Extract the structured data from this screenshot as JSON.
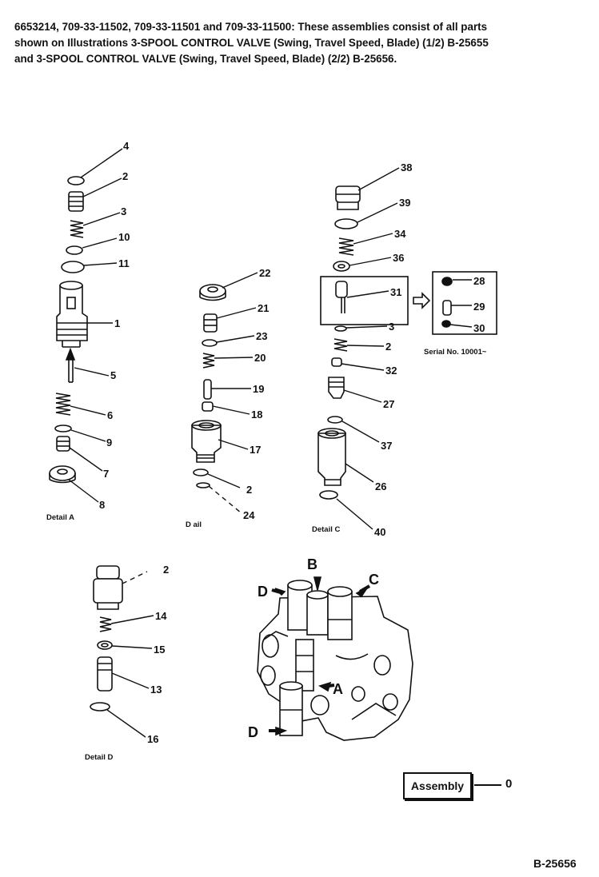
{
  "header": {
    "line1": "6653214, 709-33-11502, 709-33-11501 and 709-33-11500: These assemblies consist of all parts",
    "line2": "shown on Illustrations 3-SPOOL CONTROL VALVE (Swing, Travel Speed, Blade) (1/2) B-25655",
    "line3": "and 3-SPOOL CONTROL VALVE (Swing, Travel Speed, Blade) (2/2) B-25656."
  },
  "details": {
    "a": "Detail A",
    "b": "D  ail  ",
    "c": "Detail C",
    "d": "Detail D"
  },
  "serial_note": "Serial No. 10001~",
  "callouts": {
    "p4": "4",
    "p2": "2",
    "p3": "3",
    "p10": "10",
    "p11": "11",
    "p1": "1",
    "p5": "5",
    "p6": "6",
    "p9": "9",
    "p7": "7",
    "p8": "8",
    "p22": "22",
    "p21": "21",
    "p23": "23",
    "p20": "20",
    "p19": "19",
    "p18": "18",
    "p17": "17",
    "p25": "2",
    "p24": "24",
    "p38": "38",
    "p39": "39",
    "p34": "34",
    "p36": "36",
    "p31": "31",
    "p35": "3",
    "p33": "2",
    "p32": "32",
    "p27": "27",
    "p37": "37",
    "p26": "26",
    "p40": "40",
    "p28": "28",
    "p29": "29",
    "p30": "30",
    "p12": "2",
    "p14": "14",
    "p15": "15",
    "p13": "13",
    "p16": "16"
  },
  "assembly_letters": {
    "a": "A",
    "b": "B",
    "c": "C",
    "d_top": "D",
    "d_bottom": "D"
  },
  "assembly": {
    "label": "Assembly",
    "number": "0"
  },
  "doc_id": "B-25656"
}
